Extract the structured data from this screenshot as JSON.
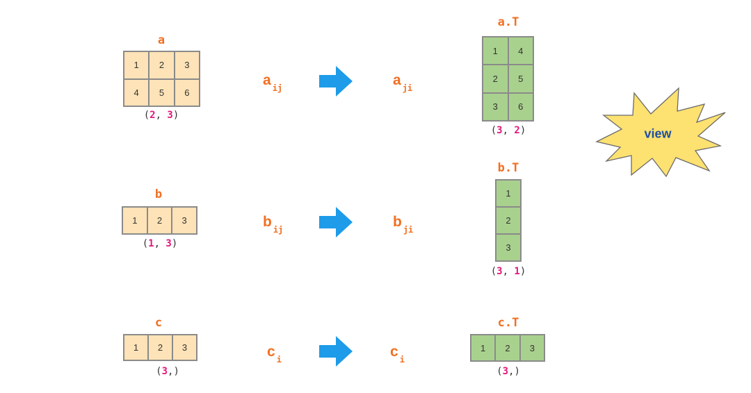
{
  "rows": [
    {
      "id": "a",
      "name": "a",
      "shape": {
        "open": "(",
        "first": "2",
        "sep": ", ",
        "second": "3",
        "close": ")"
      },
      "values": [
        "1",
        "2",
        "3",
        "4",
        "5",
        "6"
      ],
      "index": {
        "base": "a",
        "sub": "ij"
      },
      "index_t": {
        "base": "a",
        "sub": "ji"
      },
      "t_name": "a.T",
      "t_values": [
        "1",
        "4",
        "2",
        "5",
        "3",
        "6"
      ],
      "t_shape": {
        "open": "(",
        "first": "3",
        "sep": ", ",
        "second": "2",
        "close": ")"
      }
    },
    {
      "id": "b",
      "name": "b",
      "shape": {
        "open": "(",
        "first": "1",
        "sep": ", ",
        "second": "3",
        "close": ")"
      },
      "values": [
        "1",
        "2",
        "3"
      ],
      "index": {
        "base": "b",
        "sub": "ij"
      },
      "index_t": {
        "base": "b",
        "sub": "ji"
      },
      "t_name": "b.T",
      "t_values": [
        "1",
        "2",
        "3"
      ],
      "t_shape": {
        "open": "(",
        "first": "3",
        "sep": ", ",
        "second": "1",
        "close": ")"
      }
    },
    {
      "id": "c",
      "name": "c",
      "shape": {
        "open": "(",
        "first": "3",
        "sep": ",",
        "second": "",
        "close": ")"
      },
      "values": [
        "1",
        "2",
        "3"
      ],
      "index": {
        "base": "c",
        "sub": "i"
      },
      "index_t": {
        "base": "c",
        "sub": "i"
      },
      "t_name": "c.T",
      "t_values": [
        "1",
        "2",
        "3"
      ],
      "t_shape": {
        "open": "(",
        "first": "3",
        "sep": ",",
        "second": "",
        "close": ")"
      }
    }
  ],
  "burst": {
    "label": "view",
    "fill": "#fde171",
    "text_color": "#1f4fa0"
  },
  "colors": {
    "orig_fill": "#fde3b7",
    "transposed_fill": "#a9d18e",
    "label": "#f26f21",
    "arrow": "#1e9be9",
    "shape_number": "#e0177a"
  },
  "icons": {
    "arrow": "right-arrow-icon",
    "burst": "starburst-icon"
  }
}
